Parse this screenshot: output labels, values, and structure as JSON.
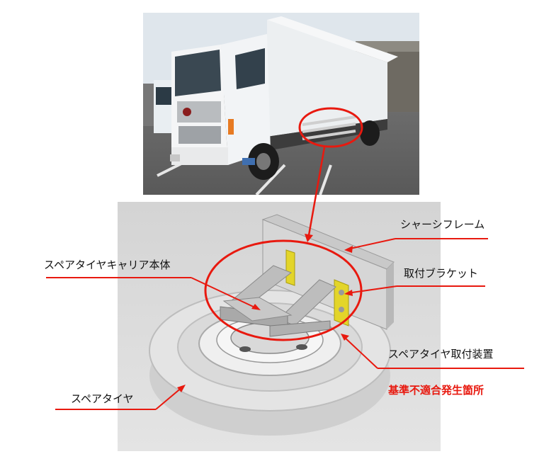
{
  "labels": {
    "chassis_frame": "シャーシフレーム",
    "carrier_body": "スペアタイヤキャリア本体",
    "mounting_bracket": "取付ブラケット",
    "mounting_device": "スペアタイヤ取付装置",
    "nonconformity_location": "基準不適合発生箇所",
    "spare_tire": "スペアタイヤ"
  },
  "colors": {
    "highlight_red": "#e8190f",
    "bracket_yellow": "#e3d52a"
  }
}
